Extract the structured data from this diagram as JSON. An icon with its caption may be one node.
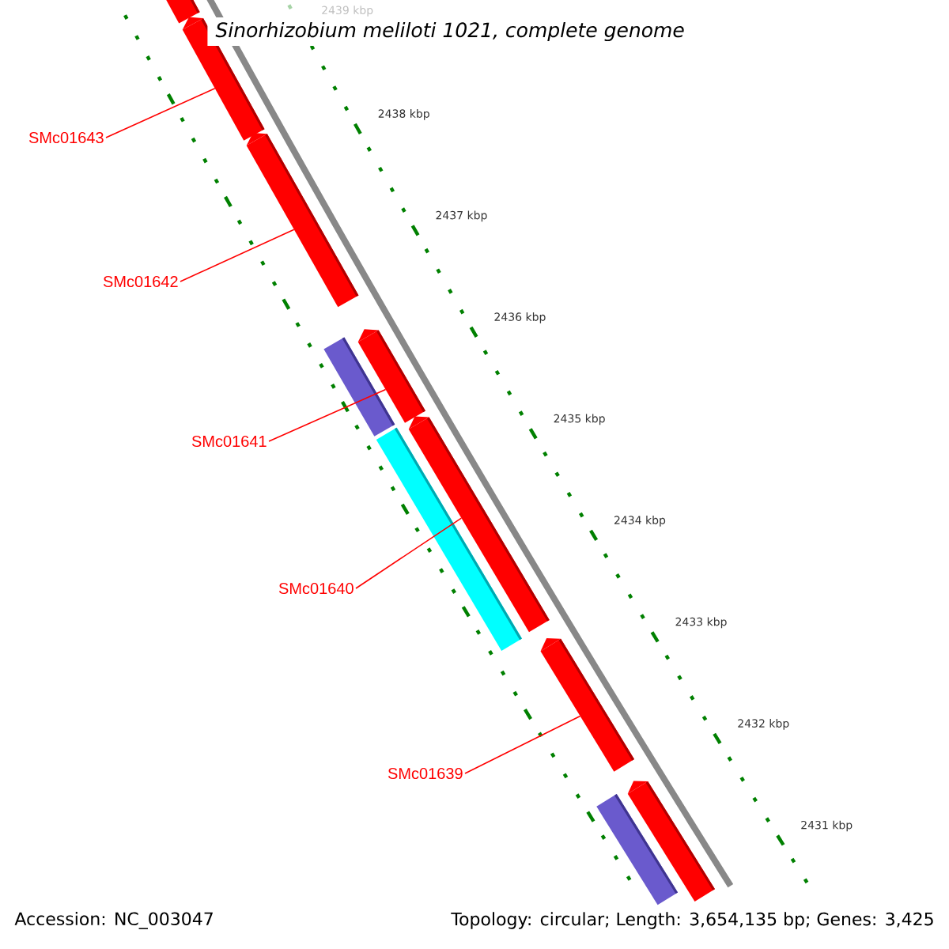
{
  "diagram": {
    "title": "Sinorhizobium meliloti 1021, complete genome",
    "nodes": [
      {
        "text": [
          "SMc01643"
        ]
      },
      {
        "text": [
          "SMc01642"
        ]
      },
      {
        "text": [
          "SMc01641"
        ]
      },
      {
        "text": [
          "SMc01640"
        ]
      },
      {
        "text": [
          "SMc01639"
        ]
      },
      {
        "text": [],
        "shape": "bar"
      },
      {
        "text": [],
        "shape": "bar"
      },
      {
        "text": [],
        "shape": "bar"
      },
      {
        "text": [],
        "shape": "bar"
      },
      {
        "text": [],
        "shape": "bar"
      },
      {
        "text": [],
        "shape": "bar"
      },
      {
        "text": [],
        "shape": "bar"
      },
      {
        "text": [],
        "shape": "bar"
      },
      {
        "text": [],
        "shape": "bar"
      },
      {
        "text": [],
        "shape": "bar"
      }
    ],
    "edges": [
      {
        "from": 0,
        "to": 6,
        "arrow": "none"
      },
      {
        "from": 1,
        "to": 7,
        "arrow": "none"
      },
      {
        "from": 2,
        "to": 9,
        "arrow": "none"
      },
      {
        "from": 3,
        "to": 11,
        "arrow": "none"
      },
      {
        "from": 4,
        "to": 12,
        "arrow": "none"
      }
    ],
    "labels": [
      "2439 kbp",
      "2438 kbp",
      "2437 kbp",
      "2436 kbp",
      "2435 kbp",
      "2434 kbp",
      "2433 kbp",
      "2432 kbp",
      "2431 kbp",
      "Accession: NC_003047",
      "Topology: circular; Length: 3,654,135 bp; Genes: 3,425"
    ]
  }
}
